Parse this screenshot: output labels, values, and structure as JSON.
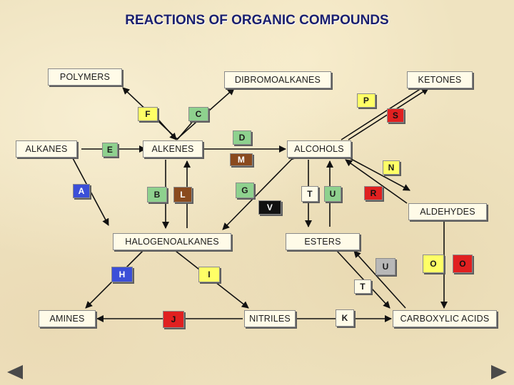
{
  "title": "REACTIONS OF ORGANIC COMPOUNDS",
  "colors": {
    "box_fill": "#fffbe8",
    "yellow": "#ffff66",
    "green": "#8ed18e",
    "red": "#e02020",
    "blue": "#3b4fd8",
    "brown": "#8a4a1e",
    "black": "#111111",
    "grey": "#b8b8b8",
    "white": "#ffffff",
    "title": "#1a1f6e",
    "arrow": "#111111"
  },
  "compounds": {
    "polymers": "POLYMERS",
    "dibromoalkanes": "DIBROMOALKANES",
    "ketones": "KETONES",
    "alkanes": "ALKANES",
    "alkenes": "ALKENES",
    "alcohols": "ALCOHOLS",
    "aldehydes": "ALDEHYDES",
    "halogenoalkanes": "HALOGENOALKANES",
    "esters": "ESTERS",
    "amines": "AMINES",
    "nitriles": "NITRILES",
    "carboxylic_acids": "CARBOXYLIC ACIDS"
  },
  "labels": {
    "P": "P",
    "F": "F",
    "C": "C",
    "S": "S",
    "D": "D",
    "E": "E",
    "M": "M",
    "N": "N",
    "A": "A",
    "B": "B",
    "L": "L",
    "G": "G",
    "T": "T",
    "U": "U",
    "R": "R",
    "V": "V",
    "H": "H",
    "I": "I",
    "U2": "U",
    "O1": "O",
    "O2": "O",
    "T2": "T",
    "J": "J",
    "K": "K"
  },
  "navigation": {
    "prev_icon": "triangle-left-icon",
    "next_icon": "triangle-right-icon"
  }
}
